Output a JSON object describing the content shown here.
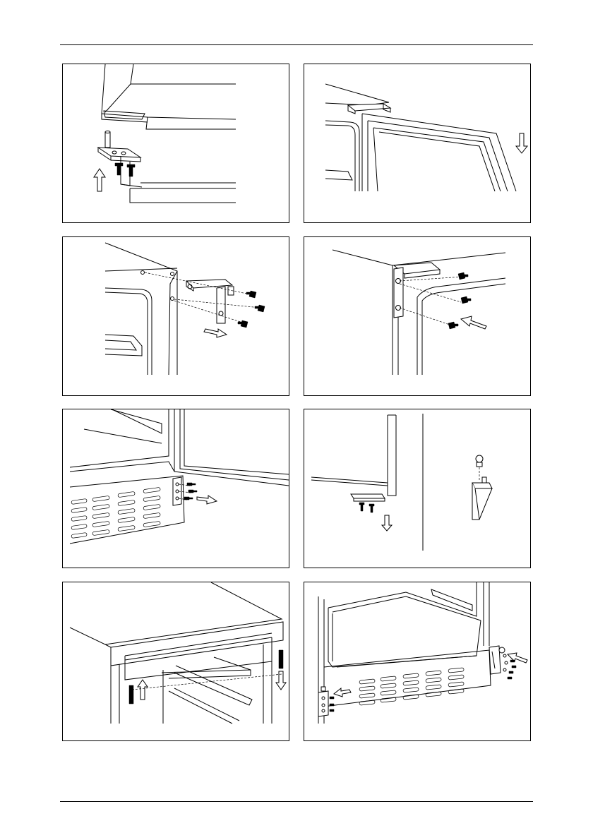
{
  "page": {
    "header_rule": true,
    "footer_rule": true
  },
  "figures": [
    {
      "id": "fig-1",
      "icons": [
        "hinge-bracket-icon",
        "screw-icon",
        "arrow-up-icon"
      ]
    },
    {
      "id": "fig-2",
      "icons": [
        "door-icon",
        "arrow-down-icon"
      ]
    },
    {
      "id": "fig-3",
      "icons": [
        "hinge-bracket-icon",
        "screw-icon",
        "arrow-right-icon"
      ]
    },
    {
      "id": "fig-4",
      "icons": [
        "hinge-bracket-icon",
        "screw-icon",
        "arrow-left-icon"
      ]
    },
    {
      "id": "fig-5",
      "icons": [
        "bottom-hinge-icon",
        "screw-icon",
        "arrow-right-icon",
        "vent-grille-icon"
      ]
    },
    {
      "id": "fig-6",
      "icons": [
        "door-icon",
        "hinge-pin-icon",
        "screw-icon",
        "arrow-down-icon"
      ]
    },
    {
      "id": "fig-7",
      "icons": [
        "top-cover-icon",
        "spring-icon",
        "arrow-up-icon",
        "arrow-down-icon"
      ]
    },
    {
      "id": "fig-8",
      "icons": [
        "bottom-hinge-icon",
        "screw-icon",
        "arrow-left-icon",
        "vent-grille-icon"
      ]
    }
  ],
  "colors": {
    "line": "#000000",
    "background": "#ffffff"
  }
}
